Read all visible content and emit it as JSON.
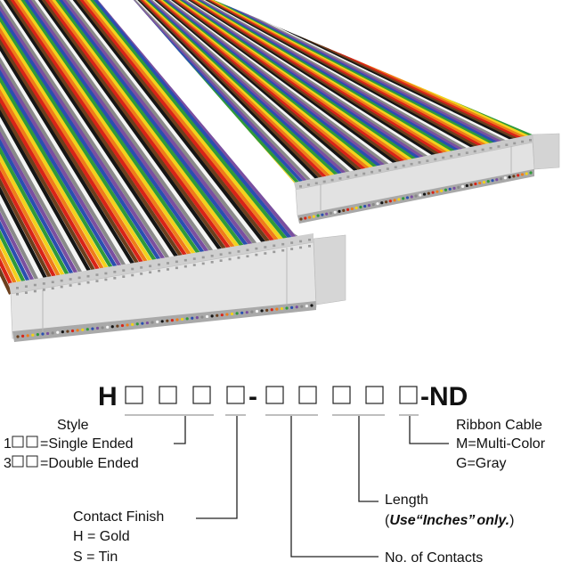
{
  "image": {
    "subject": "ribbon-cable-assembly",
    "stripe_colors": [
      "#6b3f1d",
      "#d82418",
      "#ef7d1a",
      "#f2d21c",
      "#2f9a3a",
      "#2a4fb0",
      "#7a4fa0",
      "#8a8a8a",
      "#f4f4f4",
      "#151515"
    ],
    "connector_color": "#dedede"
  },
  "part_number": {
    "prefix": "H",
    "dash1": "-",
    "suffix": "-ND"
  },
  "style": {
    "title": "Style",
    "opt1_lead": "1",
    "opt1_text": "=Single Ended",
    "opt2_lead": "3",
    "opt2_text": "=Double Ended"
  },
  "contact_finish": {
    "title": "Contact Finish",
    "opt1": "H = Gold",
    "opt2": "S = Tin"
  },
  "contacts": {
    "title": "No. of Contacts"
  },
  "length": {
    "title": "Length",
    "paren_open": "(",
    "note_a": "Use",
    "note_b": "“Inches”",
    "note_c": "only.",
    "paren_close": ")"
  },
  "ribbon": {
    "title": "Ribbon Cable",
    "opt1": "M=Multi-Color",
    "opt2": "G=Gray"
  }
}
